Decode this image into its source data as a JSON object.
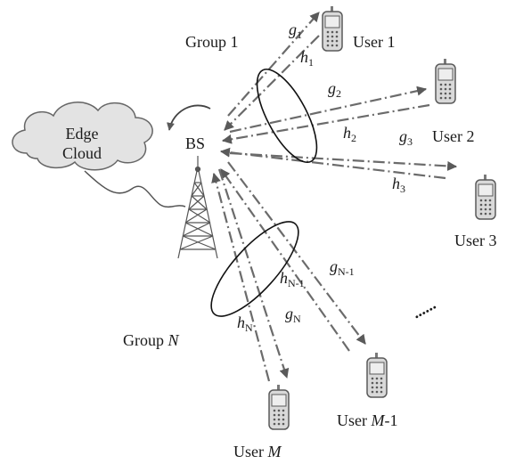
{
  "nodes": {
    "bs": "BS",
    "edge_cloud_line1": "Edge",
    "edge_cloud_line2": "Cloud",
    "group1": "Group 1",
    "groupN_prefix": "Group ",
    "groupN_var": "N",
    "user1": "User 1",
    "user2": "User 2",
    "user3": "User 3",
    "userM1_prefix": "User ",
    "userM1_var": "M",
    "userM1_suffix": "-1",
    "userM_prefix": "User ",
    "userM_var": "M",
    "ellipsis": "......"
  },
  "channels": {
    "g1": {
      "base": "g",
      "sub": "1"
    },
    "h1": {
      "base": "h",
      "sub": "1"
    },
    "g2": {
      "base": "g",
      "sub": "2"
    },
    "h2": {
      "base": "h",
      "sub": "2"
    },
    "g3": {
      "base": "g",
      "sub": "3"
    },
    "h3": {
      "base": "h",
      "sub": "3"
    },
    "hN1": {
      "base": "h",
      "sub_var": "N",
      "sub_rest": "-1"
    },
    "gN1": {
      "base": "g",
      "sub_var": "N",
      "sub_rest": "-1"
    },
    "hN": {
      "base": "h",
      "sub": "N"
    },
    "gN": {
      "base": "g",
      "sub": "N"
    }
  },
  "colors": {
    "link": "#6b6b6b",
    "phone_body": "#d9d9d9",
    "phone_screen": "#eeeeee",
    "cloud_fill": "#e3e3e3",
    "tower": "#555555"
  }
}
